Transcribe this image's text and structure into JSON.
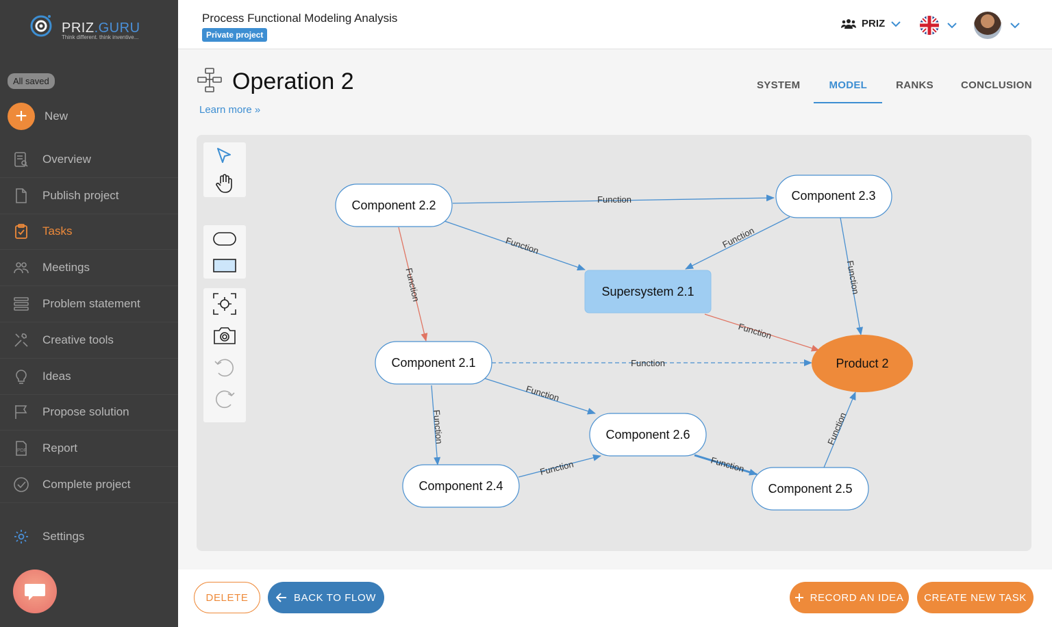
{
  "brand": {
    "name_part1": "PRIZ",
    "name_part2": ".GURU",
    "tagline": "Think different. think inventive..."
  },
  "sidebar": {
    "status": "All saved",
    "new_label": "New",
    "items": [
      {
        "label": "Overview",
        "icon": "document-search-icon"
      },
      {
        "label": "Publish project",
        "icon": "file-icon"
      },
      {
        "label": "Tasks",
        "icon": "clipboard-check-icon",
        "active": true
      },
      {
        "label": "Meetings",
        "icon": "people-icon"
      },
      {
        "label": "Problem statement",
        "icon": "stack-icon"
      },
      {
        "label": "Creative tools",
        "icon": "tools-icon"
      },
      {
        "label": "Ideas",
        "icon": "lightbulb-icon"
      },
      {
        "label": "Propose solution",
        "icon": "flag-icon"
      },
      {
        "label": "Report",
        "icon": "pdf-icon"
      },
      {
        "label": "Complete project",
        "icon": "check-circle-icon"
      }
    ],
    "settings_label": "Settings"
  },
  "topbar": {
    "project_title": "Process Functional Modeling Analysis",
    "badge": "Private project",
    "team": "PRIZ"
  },
  "page": {
    "title": "Operation 2",
    "learn_more": "Learn more »",
    "tabs": [
      {
        "label": "SYSTEM"
      },
      {
        "label": "MODEL",
        "active": true
      },
      {
        "label": "RANKS"
      },
      {
        "label": "CONCLUSION"
      }
    ]
  },
  "diagram": {
    "nodes": {
      "c22": "Component 2.2",
      "c23": "Component 2.3",
      "ss21": "Supersystem 2.1",
      "c21": "Component 2.1",
      "p2": "Product 2",
      "c26": "Component 2.6",
      "c24": "Component 2.4",
      "c25": "Component 2.5"
    },
    "edge_label": "Function",
    "colors": {
      "normal": "#4a90d0",
      "harmful": "#e07563",
      "supersystem": "#9fcdf2",
      "product": "#ee8a3a"
    }
  },
  "footer": {
    "delete": "DELETE",
    "back": "BACK TO FLOW",
    "record_idea": "RECORD AN IDEA",
    "new_task": "CREATE NEW TASK"
  }
}
